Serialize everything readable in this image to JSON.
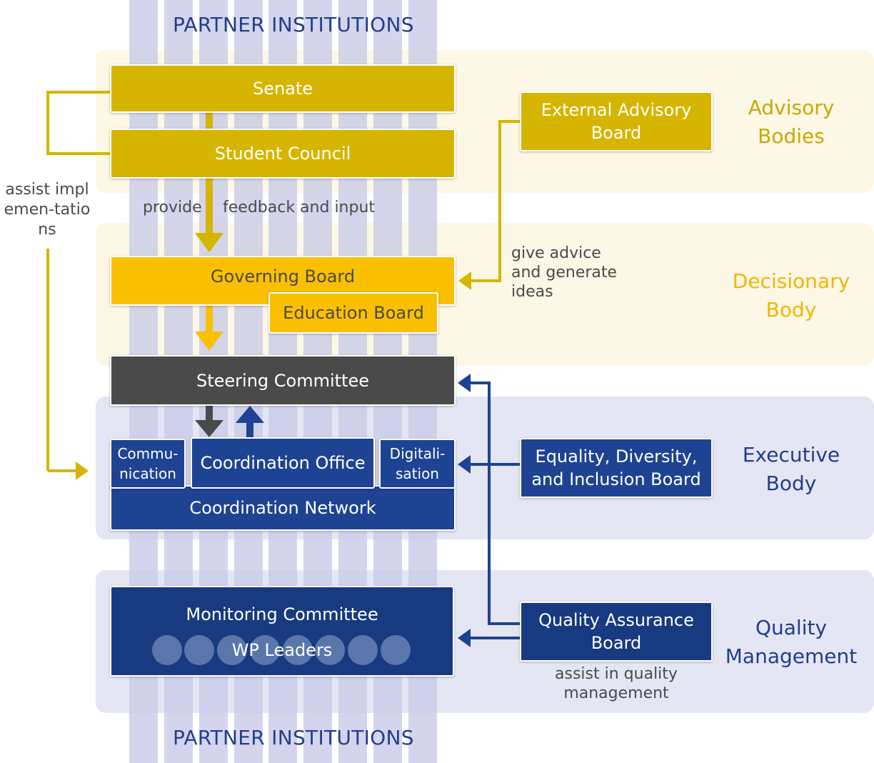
{
  "partner_top": "PARTNER INSTITUTIONS",
  "partner_bottom": "PARTNER INSTITUTIONS",
  "colors": {
    "gold": "#d5b500",
    "yellow": "#fac000",
    "blue": "#1e4393",
    "dark_grey": "#4a4a4a",
    "advisory_band": "#fdf7e6",
    "executive_band": "#e5e6f3"
  },
  "bodies": {
    "advisory": "Advisory Bodies",
    "decisionary": "Decisionary Body",
    "executive": "Executive Body",
    "quality": "Quality Management"
  },
  "boxes": {
    "senate": "Senate",
    "student_council": "Student Council",
    "external_advisory_board": "External Advisory Board",
    "governing_board": "Governing Board",
    "education_board": "Education Board",
    "steering_committee": "Steering Committee",
    "communication": "Commu-nication",
    "coordination_office": "Coordination Office",
    "digitalisation": "Digitali-sation",
    "coordination_network": "Coordination Network",
    "edi_board": "Equality, Diversity, and Inclusion Board",
    "monitoring_committee": "Monitoring Committee",
    "wp_leaders": "WP Leaders",
    "qa_board": "Quality Assurance Board"
  },
  "annotations": {
    "assist_implementations": "assist implemen-tations",
    "provide": "provide",
    "feedback_and_input": "feedback and input",
    "give_advice": "give advice and generate ideas",
    "assist_quality": "assist in quality management"
  }
}
